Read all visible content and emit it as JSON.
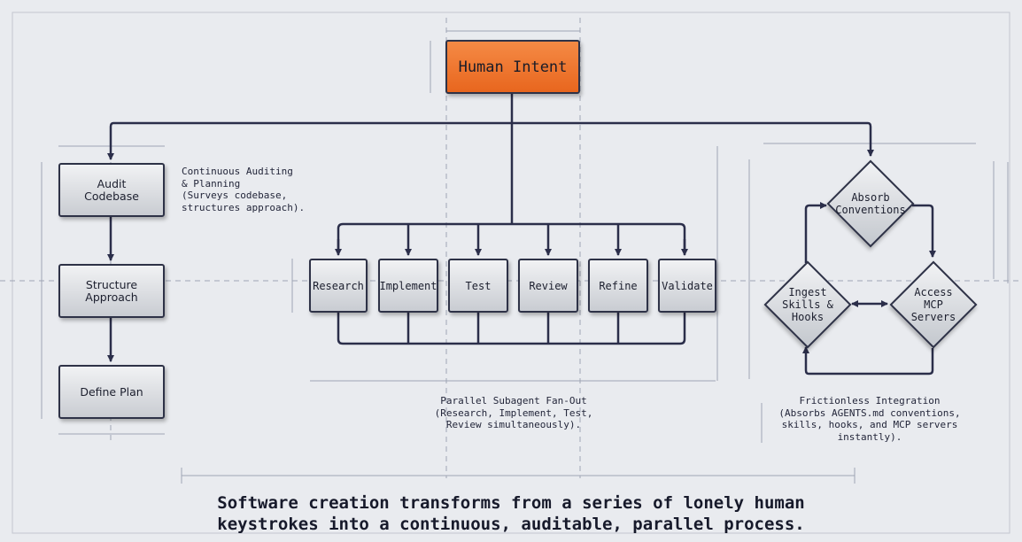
{
  "diagram": {
    "root": {
      "label": "Human Intent"
    },
    "left_branch": {
      "steps": [
        "Audit\nCodebase",
        "Structure\nApproach",
        "Define Plan"
      ],
      "note": "Continuous Auditing\n& Planning\n(Surveys codebase,\nstructures approach)."
    },
    "center_branch": {
      "agents": [
        "Research",
        "Implement",
        "Test",
        "Review",
        "Refine",
        "Validate"
      ],
      "note": "Parallel Subagent Fan-Out\n(Research, Implement, Test,\nReview simultaneously)."
    },
    "right_branch": {
      "nodes": {
        "absorb": "Absorb\nConventions",
        "ingest": "Ingest\nSkills &\nHooks",
        "access": "Access\nMCP\nServers"
      },
      "note": "Frictionless Integration\n(Absorbs AGENTS.md conventions,\nskills, hooks, and MCP servers\ninstantly)."
    }
  },
  "headline": "Software creation transforms from a series of lonely human\nkeystrokes into a continuous, auditable, parallel process.",
  "colors": {
    "background": "#e9ebef",
    "root_fill": "#ef7730",
    "line": "#2b2e4a",
    "guide": "#9ea4b4"
  }
}
